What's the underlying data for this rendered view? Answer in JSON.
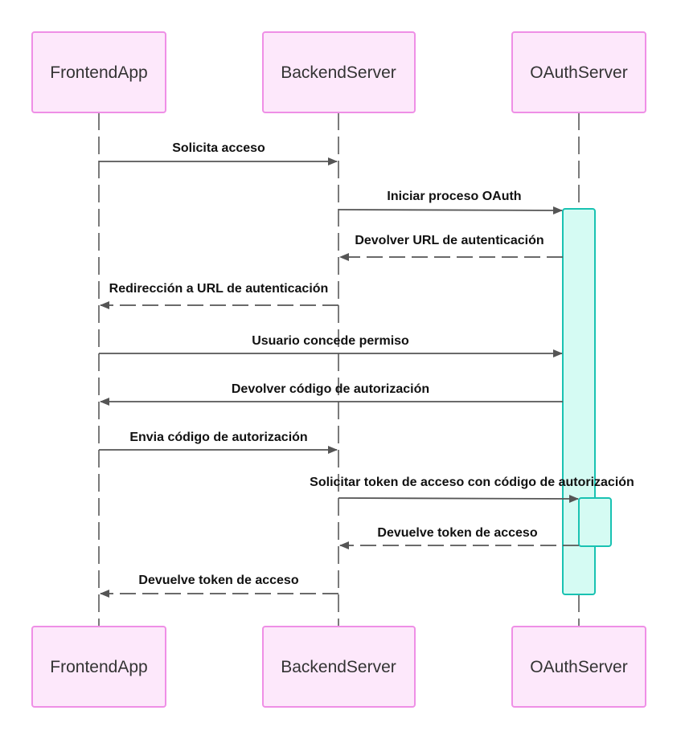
{
  "diagram": {
    "type": "sequence",
    "participants": [
      {
        "id": "frontend",
        "label": "FrontendApp"
      },
      {
        "id": "backend",
        "label": "BackendServer"
      },
      {
        "id": "oauth",
        "label": "OAuthServer"
      }
    ],
    "messages": [
      {
        "from": "frontend",
        "to": "backend",
        "label": "Solicita acceso",
        "style": "solid"
      },
      {
        "from": "backend",
        "to": "oauth",
        "label": "Iniciar proceso OAuth",
        "style": "solid"
      },
      {
        "from": "oauth",
        "to": "backend",
        "label": "Devolver URL de autenticación",
        "style": "dashed"
      },
      {
        "from": "backend",
        "to": "frontend",
        "label": "Redirección a URL de autenticación",
        "style": "dashed"
      },
      {
        "from": "frontend",
        "to": "oauth",
        "label": "Usuario concede permiso",
        "style": "solid"
      },
      {
        "from": "oauth",
        "to": "frontend",
        "label": "Devolver código de autorización",
        "style": "solid"
      },
      {
        "from": "frontend",
        "to": "backend",
        "label": "Envia código de autorización",
        "style": "solid"
      },
      {
        "from": "backend",
        "to": "oauth",
        "label": "Solicitar token de acceso con código de autorización",
        "style": "solid"
      },
      {
        "from": "oauth",
        "to": "backend",
        "label": "Devuelve token de acceso",
        "style": "dashed"
      },
      {
        "from": "backend",
        "to": "frontend",
        "label": "Devuelve token de acceso",
        "style": "dashed"
      }
    ],
    "colors": {
      "actor_fill": "#fde8fb",
      "actor_stroke": "#ef8fe6",
      "activation_fill": "#d5fbf3",
      "activation_stroke": "#19c2b2",
      "line": "#555555"
    }
  }
}
